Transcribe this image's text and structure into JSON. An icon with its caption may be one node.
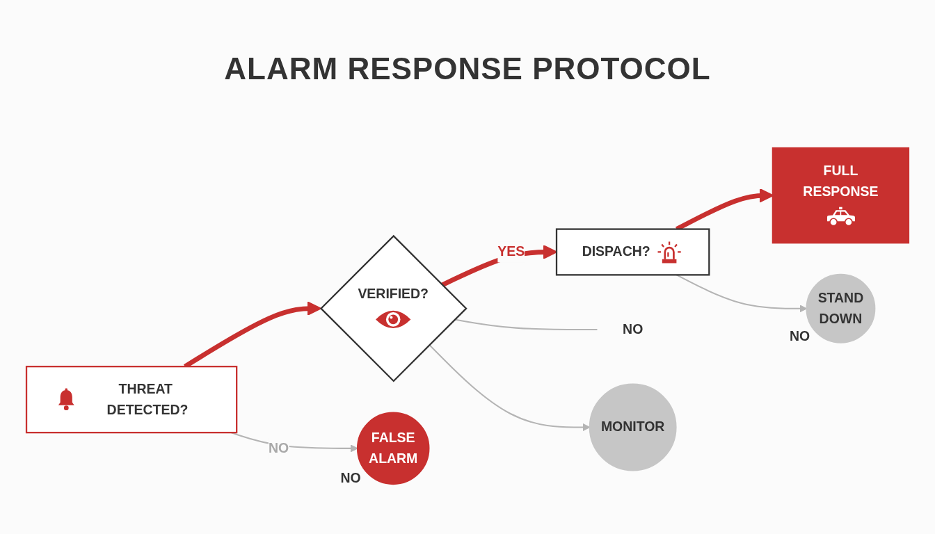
{
  "diagram": {
    "title": "ALARM RESPONSE PROTOCOL",
    "nodes": [
      {
        "text": [
          "THREAT DETECTED?"
        ]
      },
      {
        "text": [
          "VERIFIED?"
        ]
      },
      {
        "text": [
          "DISPACH?"
        ]
      },
      {
        "text": [
          "FULL RESPONSE"
        ]
      },
      {
        "text": [
          "FALSE ALARM"
        ],
        "beside": [
          "NO"
        ]
      },
      {
        "text": [
          "NO"
        ]
      },
      {
        "text": [
          "MONITOR"
        ]
      },
      {
        "text": [
          "STAND DOWN"
        ],
        "beside": [
          "NO"
        ]
      }
    ],
    "edges": [
      {
        "from": 0,
        "to": 1,
        "arrow": "to",
        "style": "thick",
        "color": "#c8302f"
      },
      {
        "from": 0,
        "to": 4,
        "arrow": "to",
        "label": "NO"
      },
      {
        "from": 1,
        "to": 2,
        "arrow": "to",
        "label": "YES",
        "style": "thick",
        "color": "#c8302f"
      },
      {
        "from": 1,
        "to": 5,
        "arrow": "none"
      },
      {
        "from": 1,
        "to": 6,
        "arrow": "to"
      },
      {
        "from": 2,
        "to": 3,
        "arrow": "to",
        "style": "thick",
        "color": "#c8302f"
      },
      {
        "from": 2,
        "to": 7,
        "arrow": "to"
      }
    ]
  }
}
